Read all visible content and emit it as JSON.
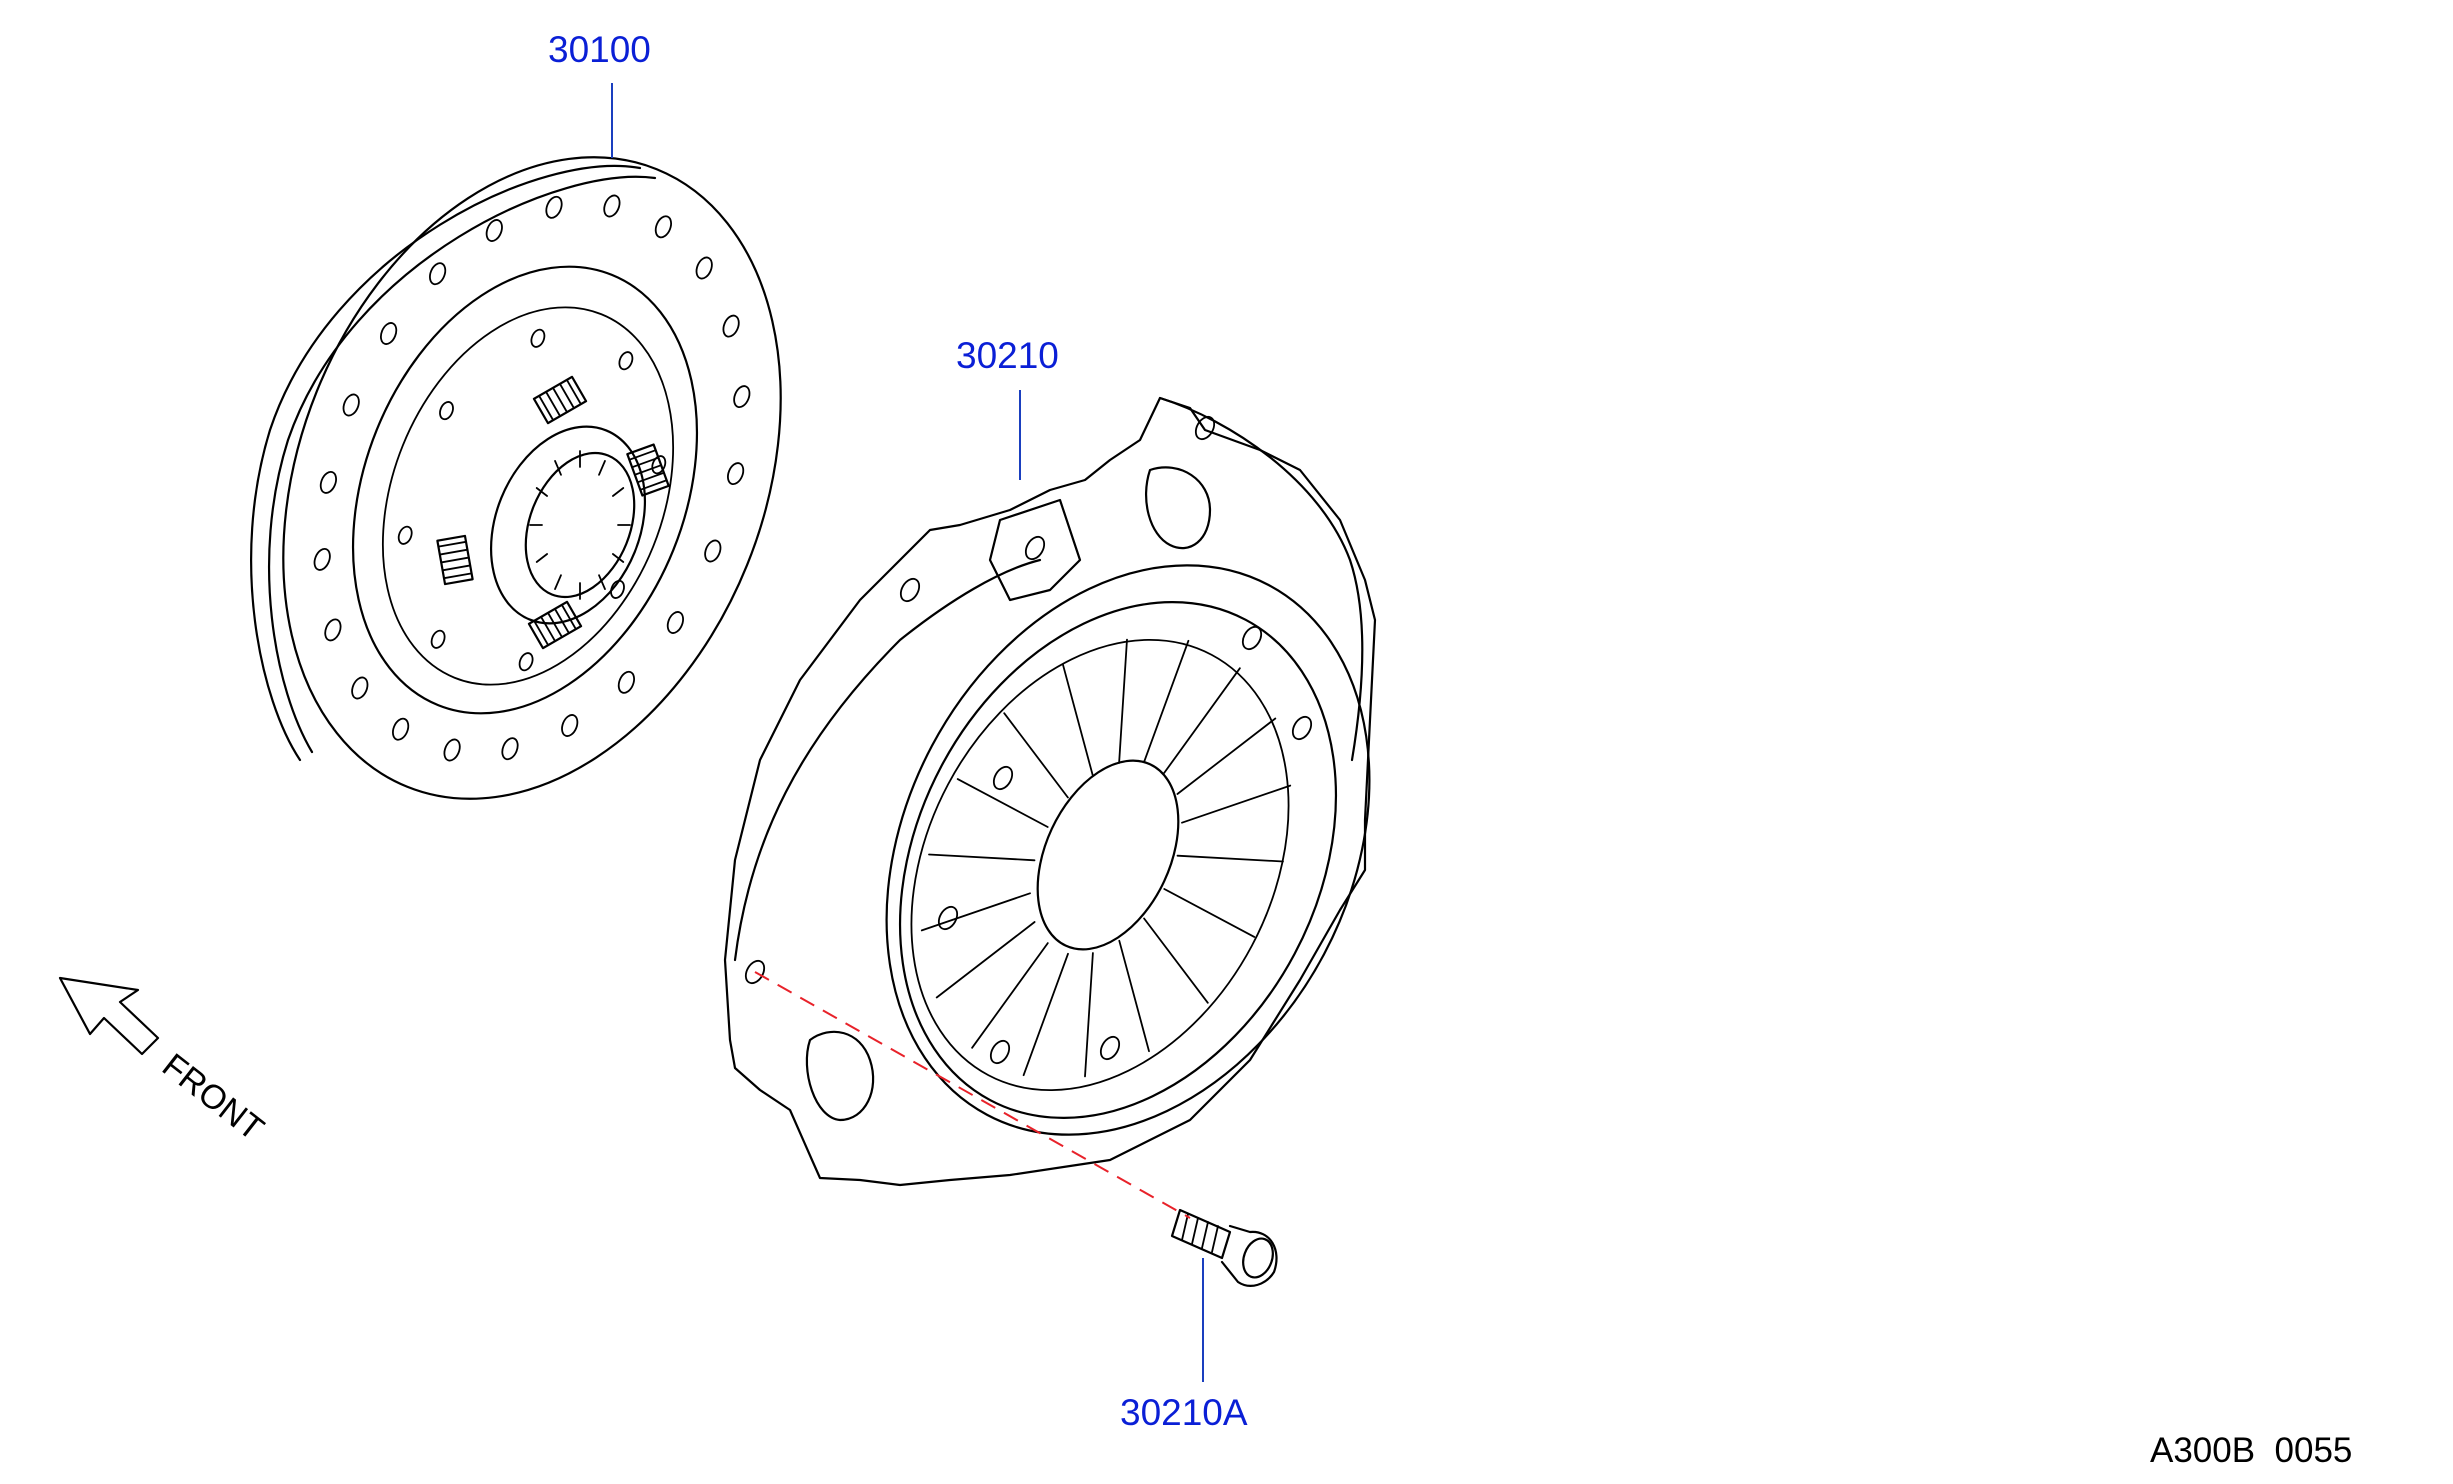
{
  "callouts": {
    "clutch_disc": "30100",
    "clutch_cover": "30210",
    "cover_bolt": "30210A"
  },
  "direction_label": "FRONT",
  "diagram_ref": "A300B  0055",
  "colors": {
    "callout_text": "#0a1fd6",
    "leader_line": "#1a3fbf",
    "assembly_dash": "#e8222a",
    "drawing_line": "#000000"
  }
}
